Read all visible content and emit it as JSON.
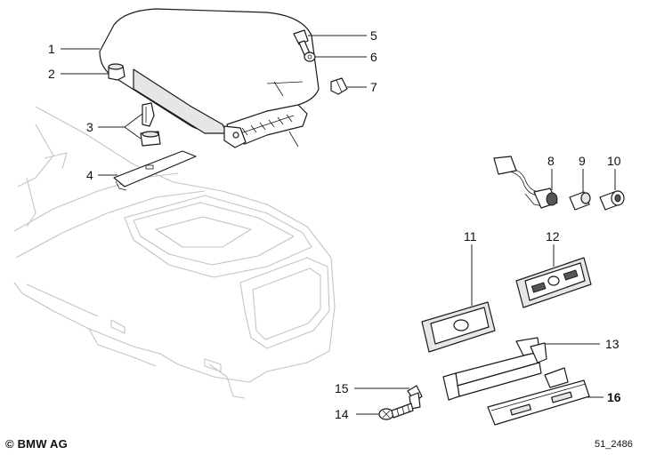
{
  "callouts": [
    {
      "id": "1",
      "label": "1"
    },
    {
      "id": "2",
      "label": "2"
    },
    {
      "id": "3",
      "label": "3"
    },
    {
      "id": "4",
      "label": "4"
    },
    {
      "id": "5",
      "label": "5"
    },
    {
      "id": "6",
      "label": "6"
    },
    {
      "id": "7",
      "label": "7"
    },
    {
      "id": "8",
      "label": "8"
    },
    {
      "id": "9",
      "label": "9"
    },
    {
      "id": "10",
      "label": "10"
    },
    {
      "id": "11",
      "label": "11"
    },
    {
      "id": "12",
      "label": "12"
    },
    {
      "id": "13",
      "label": "13"
    },
    {
      "id": "14",
      "label": "14"
    },
    {
      "id": "15",
      "label": "15"
    },
    {
      "id": "16",
      "label": "16"
    }
  ],
  "footer": {
    "copyright": "© BMW AG",
    "figure_id": "51_2486"
  },
  "colors": {
    "line": "#1a1a1a",
    "ghost_outline": "#c4c4c4",
    "background": "#ffffff"
  }
}
